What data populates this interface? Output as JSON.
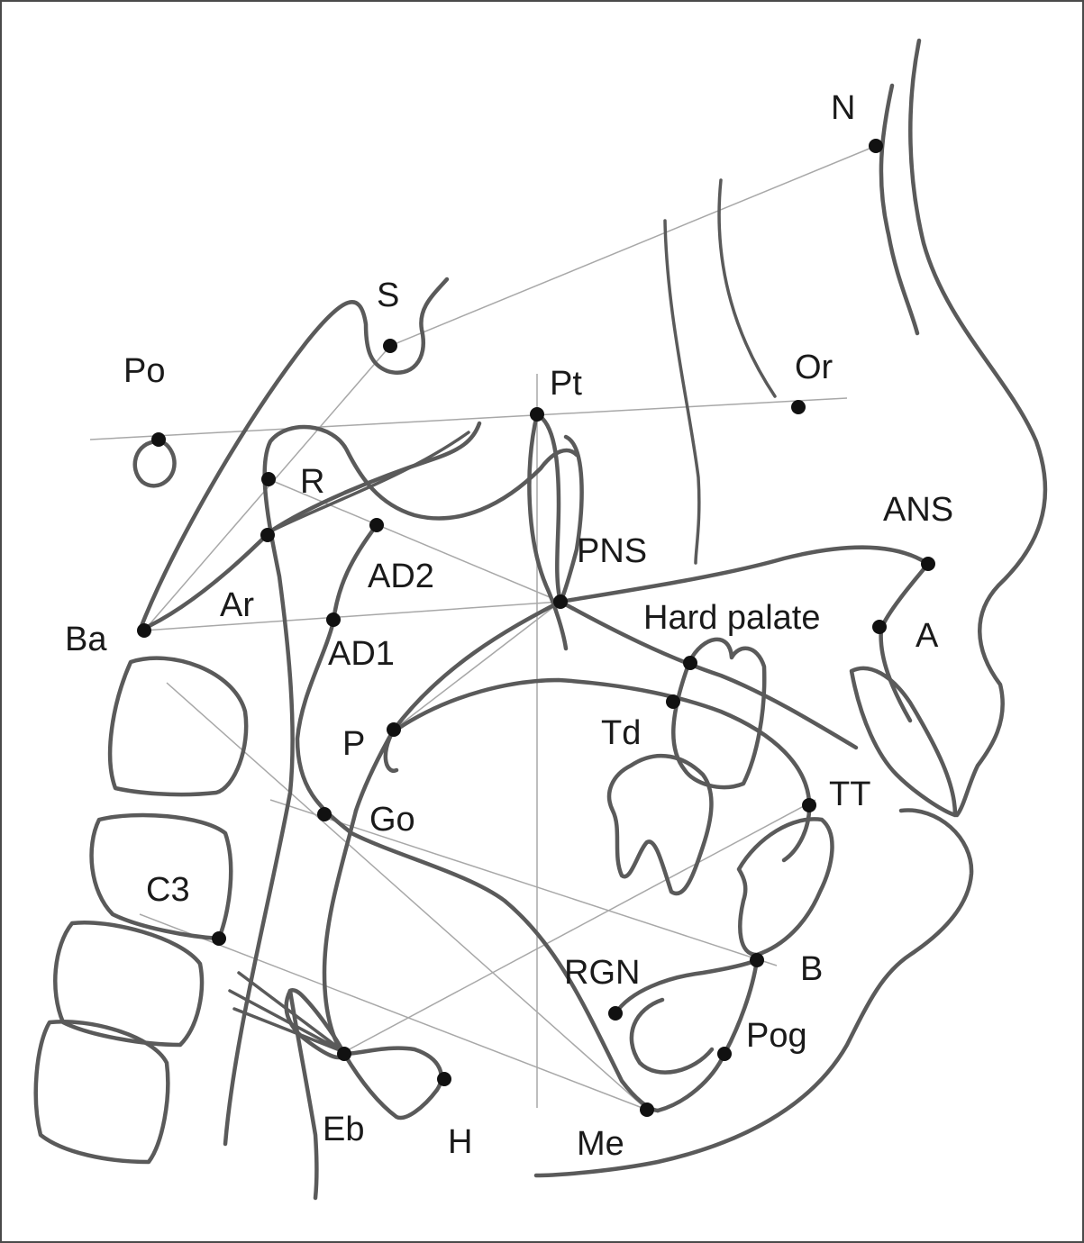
{
  "landmarks": {
    "N": "N",
    "S": "S",
    "Po": "Po",
    "Pt": "Pt",
    "Or": "Or",
    "R": "R",
    "ANS": "ANS",
    "PNS": "PNS",
    "AD2": "AD2",
    "Ar": "Ar",
    "Ba": "Ba",
    "AD1": "AD1",
    "Hard_palate": "Hard palate",
    "A": "A",
    "Td": "Td",
    "P": "P",
    "TT": "TT",
    "Go": "Go",
    "C3": "C3",
    "B": "B",
    "RGN": "RGN",
    "Pog": "Pog",
    "Eb": "Eb",
    "H": "H",
    "Me": "Me"
  },
  "colors": {
    "anatomy_stroke": "#5a5a5a",
    "reference_line": "#a8a8a8",
    "landmark_point": "#111111",
    "label_text": "#1a1a1a",
    "background": "#ffffff"
  }
}
